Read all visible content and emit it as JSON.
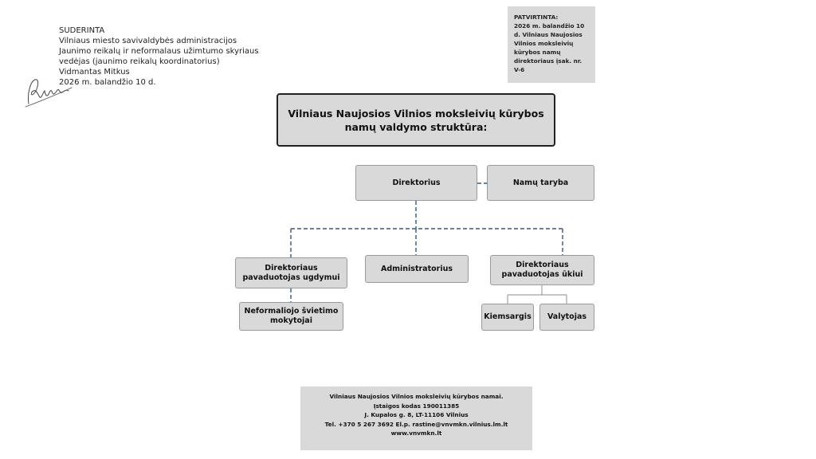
{
  "agreement": {
    "lines": [
      "SUDERINTA",
      "Vilniaus miesto savivaldybės administracijos",
      "Jaunimo reikalų ir neformalaus užimtumo skyriaus",
      "vedėjas (jaunimo reikalų koordinatorius)",
      "Vidmantas Mitkus",
      "2026 m. balandžio 10 d."
    ]
  },
  "approval": {
    "lines": [
      "PATVIRTINTA:",
      "2026 m. balandžio 10",
      "d. Vilniaus Naujosios",
      "Vilnios moksleivių",
      "kūrybos namų",
      "direktoriaus įsak. nr.",
      "V-6"
    ]
  },
  "title": "Vilniaus Naujosios Vilnios moksleivių kūrybos namų valdymo struktūra:",
  "nodes": {
    "director": "Direktorius",
    "house_council": "Namų taryba",
    "deputy_education": "Direktoriaus pavaduotojas ugdymui",
    "administrator": "Administratorius",
    "deputy_economic": "Direktoriaus pavaduotojas ūkiui",
    "nonformal_teachers": "Neformaliojo švietimo mokytojai",
    "janitor": "Kiemsargis",
    "cleaner": "Valytojas"
  },
  "footer": {
    "lines": [
      "Vilniaus Naujosios Vilnios moksleivių kūrybos namai.",
      "Įstaigos kodas 190011385",
      "J. Kupalos g. 8, LT-11106 Vilnius",
      "Tel. +370 5 267 3692   El.p. rastine@vnvmkn.vilnius.lm.lt",
      "www.vnvmkn.lt"
    ]
  },
  "colors": {
    "box_fill": "#d9d9d9",
    "connector_dashed": "#2f5a8a",
    "connector_solid": "#8c8c8c"
  }
}
